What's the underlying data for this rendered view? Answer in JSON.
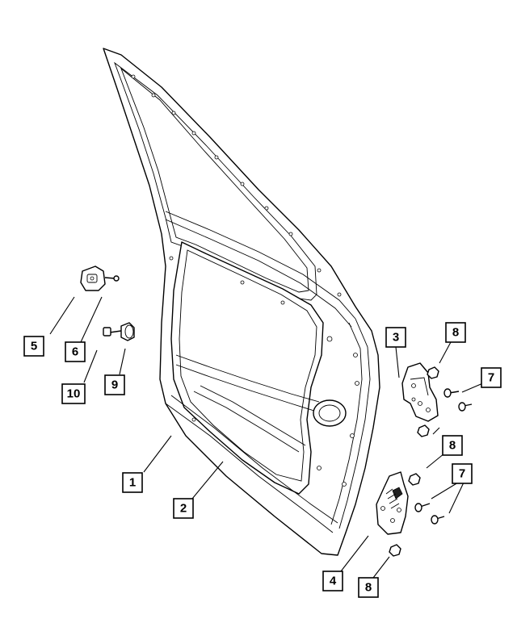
{
  "callouts": [
    {
      "id": "c1",
      "label": "1"
    },
    {
      "id": "c2",
      "label": "2"
    },
    {
      "id": "c3",
      "label": "3"
    },
    {
      "id": "c4",
      "label": "4"
    },
    {
      "id": "c5",
      "label": "5"
    },
    {
      "id": "c6",
      "label": "6"
    },
    {
      "id": "c7a",
      "label": "7"
    },
    {
      "id": "c7b",
      "label": "7"
    },
    {
      "id": "c8a",
      "label": "8"
    },
    {
      "id": "c8b",
      "label": "8"
    },
    {
      "id": "c8c",
      "label": "8"
    },
    {
      "id": "c9",
      "label": "9"
    },
    {
      "id": "c10",
      "label": "10"
    }
  ]
}
